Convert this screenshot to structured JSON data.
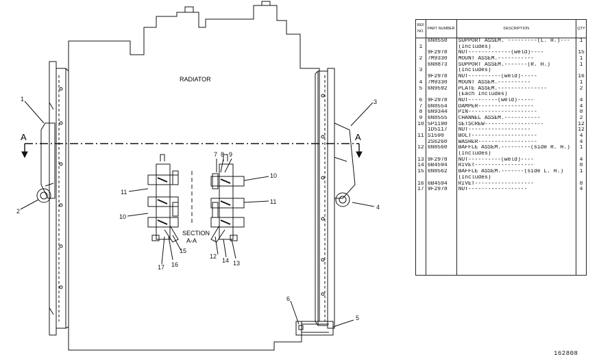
{
  "drawing": {
    "radiator_label": "RADIATOR",
    "section_line_label": "A",
    "section_caption": [
      "SECTION",
      "A-A"
    ],
    "callouts": [
      "1",
      "2",
      "3",
      "4",
      "5",
      "6",
      "7",
      "8",
      "9",
      "10",
      "11",
      "12",
      "13",
      "14",
      "15",
      "16",
      "17"
    ]
  },
  "parts_table": {
    "headers": {
      "ref": "REF NO.",
      "part": "PART NUMBER",
      "desc": "DESCRIPTION",
      "qty": "QTY"
    },
    "rows": [
      {
        "ref": "",
        "pn": "6N8550",
        "desc": "SUPPORT ASSEM. ---------(L. H.)---",
        "qty": "1"
      },
      {
        "ref": "1",
        "pn": "",
        "desc": "(Includes)",
        "qty": ""
      },
      {
        "ref": "",
        "pn": "9F2978",
        "desc": "  NUT-------------(weld)----",
        "qty": "15"
      },
      {
        "ref": "2",
        "pn": "7M9330",
        "desc": "  MOUNT ASSEM.-----------",
        "qty": "1"
      },
      {
        "ref": "",
        "pn": "6N8873",
        "desc": "SUPPORT ASSEM.-------(R. H.)",
        "qty": "1"
      },
      {
        "ref": "3",
        "pn": "",
        "desc": "(Includes)",
        "qty": ""
      },
      {
        "ref": "",
        "pn": "9F2978",
        "desc": "  NUT----------(weld)-----",
        "qty": "16"
      },
      {
        "ref": "4",
        "pn": "7M9330",
        "desc": "  MOUNT ASSEM.----------",
        "qty": "1"
      },
      {
        "ref": "5",
        "pn": "6N9592",
        "desc": "PLATE ASSEM.---------------",
        "qty": "2"
      },
      {
        "ref": "",
        "pn": "",
        "desc": "     (Each Includes)",
        "qty": ""
      },
      {
        "ref": "6",
        "pn": "9F2978",
        "desc": "     NUT---------(weld)-----",
        "qty": "4"
      },
      {
        "ref": "7",
        "pn": "6N8554",
        "desc": "DAMPER-----------------",
        "qty": "4"
      },
      {
        "ref": "8",
        "pn": "6N9344",
        "desc": "PIN---------------------",
        "qty": "8"
      },
      {
        "ref": "9",
        "pn": "6N8555",
        "desc": "CHANNEL ASSEM.-----------",
        "qty": "2"
      },
      {
        "ref": "10",
        "pn": "5P1190",
        "desc": "SETSCREW------------------",
        "qty": "12"
      },
      {
        "ref": "",
        "pn": "1D5117",
        "desc": "NUT-------------------",
        "qty": "12"
      },
      {
        "ref": "11",
        "pn": "S1590",
        "desc": "BOLT--------------------",
        "qty": "4"
      },
      {
        "ref": "",
        "pn": "2S6260",
        "desc": "WASHER------------------",
        "qty": "4"
      },
      {
        "ref": "12",
        "pn": "6N8560",
        "desc": "BAFFLE ASSEM.---------(side R. H.)",
        "qty": "1"
      },
      {
        "ref": "",
        "pn": "",
        "desc": "     (Includes)",
        "qty": ""
      },
      {
        "ref": "13",
        "pn": "9F2978",
        "desc": "     NUT----------(weld)----",
        "qty": "4"
      },
      {
        "ref": "14",
        "pn": "6B4594",
        "desc": "     RIVET------------------",
        "qty": "8"
      },
      {
        "ref": "15",
        "pn": "6N8562",
        "desc": "BAFFLE ASSEM.-------(side L. H.)",
        "qty": "1"
      },
      {
        "ref": "",
        "pn": "",
        "desc": "     (Includes)",
        "qty": ""
      },
      {
        "ref": "16",
        "pn": "6B4594",
        "desc": "     RIVET------------------",
        "qty": "8"
      },
      {
        "ref": "17",
        "pn": "9F2978",
        "desc": "     NUT------------------",
        "qty": "4"
      }
    ]
  },
  "drawing_number": "162808"
}
